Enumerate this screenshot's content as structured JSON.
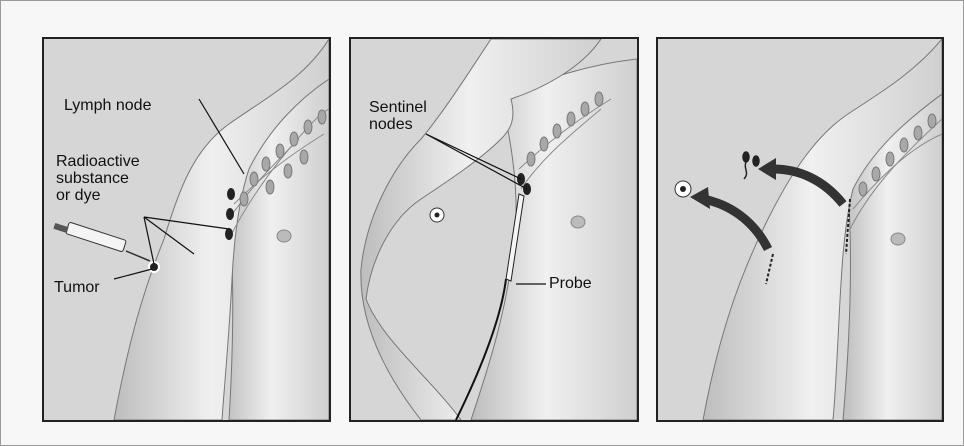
{
  "colors": {
    "background": "#d6d6d6",
    "skin": "#eeeeee",
    "skin_shade": "#b9b9b9",
    "node": "#a8a8a8",
    "ink": "#111111"
  },
  "panels": [
    {
      "labels": {
        "lymph_node": "Lymph node",
        "radioactive_line1": "Radioactive",
        "radioactive_line2": "substance",
        "radioactive_line3": "or dye",
        "tumor": "Tumor"
      }
    },
    {
      "labels": {
        "sentinel_line1": "Sentinel",
        "sentinel_line2": "nodes",
        "probe": "Probe"
      }
    },
    {
      "labels": {}
    }
  ]
}
